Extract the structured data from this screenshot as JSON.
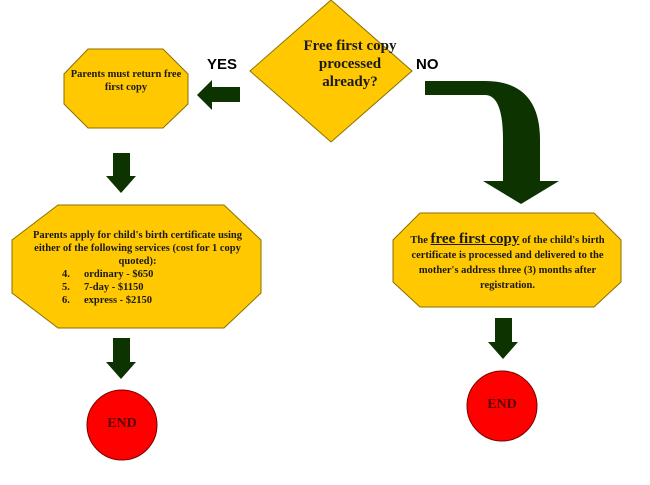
{
  "decision": {
    "question": "Free first copy processed already?",
    "yes_label": "YES",
    "no_label": "NO"
  },
  "yes_branch": {
    "step1": "Parents must return free first copy",
    "step2_intro": "Parents apply for child's birth certificate using either of the following services (cost for 1 copy quoted):",
    "services": [
      {
        "num": "4.",
        "text": "ordinary - $650"
      },
      {
        "num": "5.",
        "text": "7-day - $1150"
      },
      {
        "num": "6.",
        "text": "express - $2150"
      }
    ],
    "end_label": "END"
  },
  "no_branch": {
    "prefix": "The",
    "emphasis": "free first copy",
    "suffix": "of the child's birth certificate is processed and delivered to the mother's address three (3) months after registration.",
    "end_label": "END"
  },
  "colors": {
    "shape_fill": "#ffc800",
    "arrow": "#0d3300",
    "end_fill": "#ff0000"
  }
}
